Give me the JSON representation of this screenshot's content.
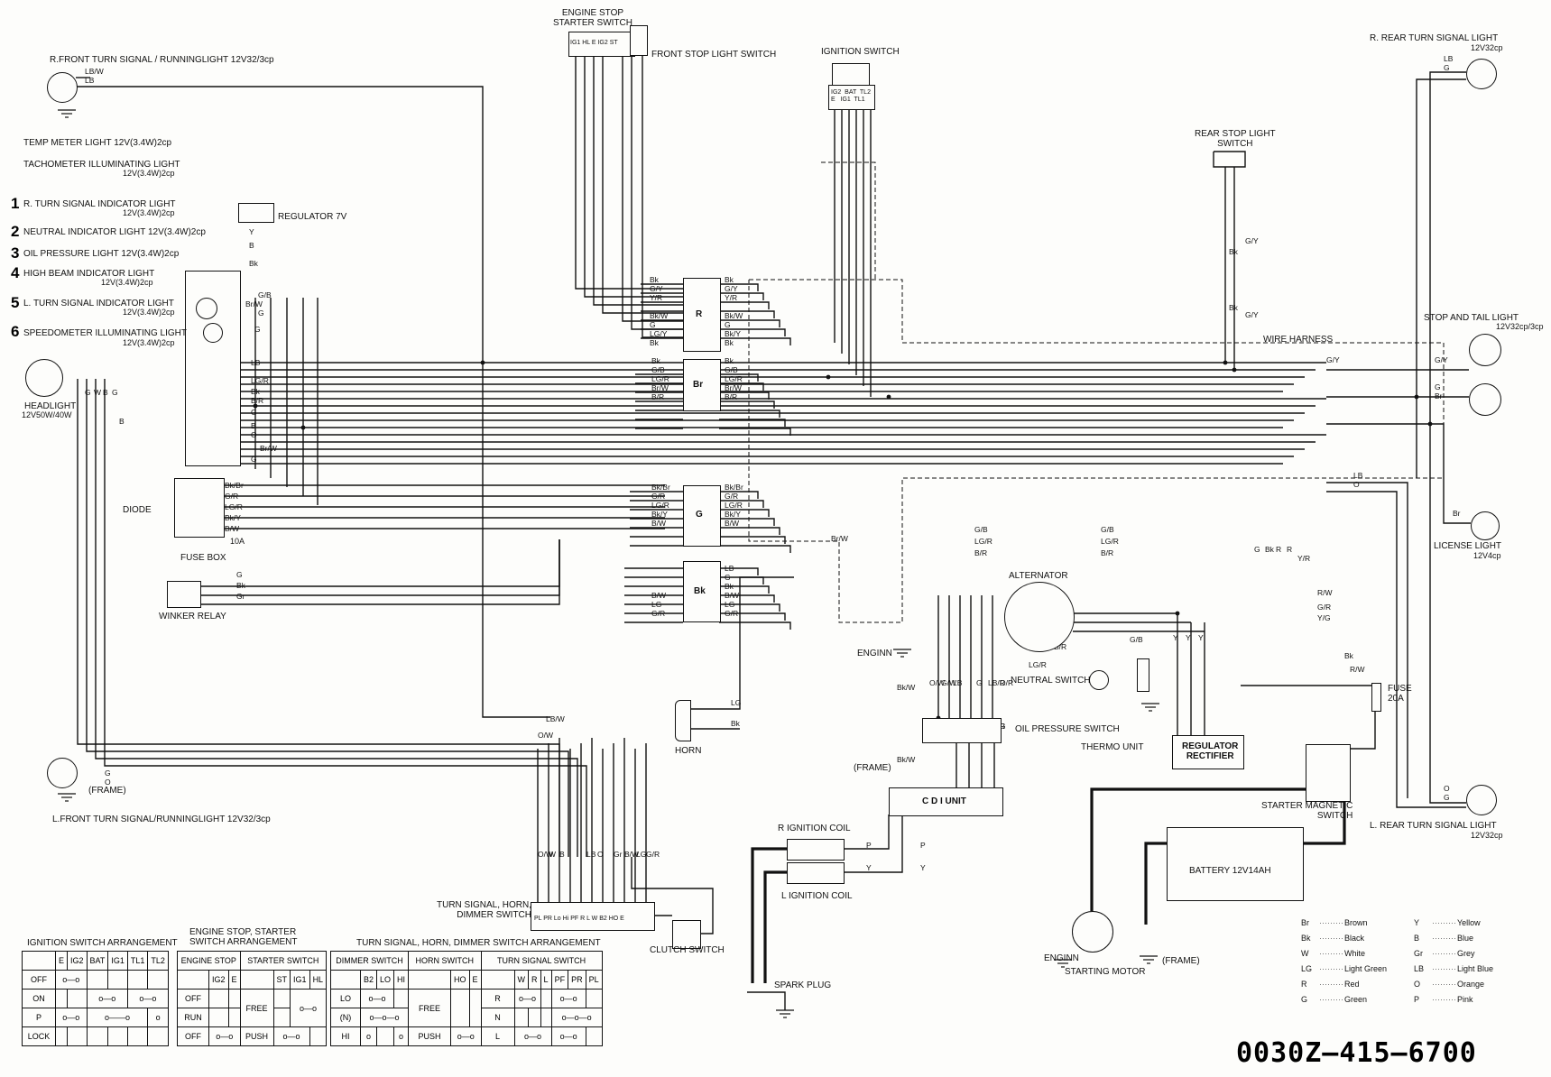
{
  "components": {
    "engine_stop_switch": "ENGINE STOP\nSTARTER SWITCH",
    "front_stop_light_switch": "FRONT STOP LIGHT SWITCH",
    "ignition_switch": "IGNITION SWITCH",
    "r_rear_turn_signal": "R. REAR TURN SIGNAL LIGHT",
    "r_rear_turn_signal_spec": "12V32cp",
    "r_front_turn_signal": "R.FRONT  TURN SIGNAL / RUNNINGLIGHT  12V32/3cp",
    "temp_meter_light": "TEMP METER LIGHT  12V(3.4W)2cp",
    "tach_light": "TACHOMETER ILLUMINATING LIGHT",
    "tach_light_spec": "12V(3.4W)2cp",
    "r_turn_indicator": "R. TURN SIGNAL INDICATOR LIGHT",
    "r_turn_indicator_spec": "12V(3.4W)2cp",
    "neutral_indicator": "NEUTRAL INDICATOR LIGHT  12V(3.4W)2cp",
    "oil_pressure_light": "OIL PRESSURE LIGHT  12V(3.4W)2cp",
    "high_beam_indicator": "HIGH BEAM INDICATOR LIGHT",
    "high_beam_spec": "12V(3.4W)2cp",
    "l_turn_indicator": "L. TURN SIGNAL INDICATOR LIGHT",
    "l_turn_indicator_spec": "12V(3.4W)2cp",
    "speedometer_light": "SPEEDOMETER ILLUMINATING LIGHT",
    "speedometer_light_spec": "12V(3.4W)2cp",
    "regulator_7v": "REGULATOR 7V",
    "headlight": "HEADLIGHT",
    "headlight_spec": "12V50W/40W",
    "rear_stop_switch": "REAR STOP LIGHT\nSWITCH",
    "wire_harness": "WIRE HARNESS",
    "stop_tail_light": "STOP AND TAIL LIGHT",
    "stop_tail_spec": "12V32cp/3cp",
    "diode": "DIODE",
    "fuse_box": "FUSE BOX",
    "fuse_box_rating": "10A",
    "winker_relay": "WINKER RELAY",
    "alternator": "ALTERNATOR",
    "license_light": "LICENSE LIGHT",
    "license_light_spec": "12V4cp",
    "engine_ground": "ENGINN",
    "neutral_switch": "NEUTRAL SWITCH",
    "oil_pressure_switch": "OIL PRESSURE SWITCH",
    "thermo_unit": "THERMO UNIT",
    "regulator_rectifier": "REGULATOR\nRECTIFIER",
    "fuse_20a": "FUSE\n20A",
    "horn": "HORN",
    "frame_ground": "(FRAME)",
    "l_front_turn_signal": "L.FRONT TURN SIGNAL/RUNNINGLIGHT  12V32/3cp",
    "starter_magnetic_switch": "STARTER MAGNETIC\nSWITCH",
    "l_rear_turn_signal": "L. REAR TURN SIGNAL LIGHT",
    "l_rear_turn_signal_spec": "12V32cp",
    "cdi_unit": "C D I  UNIT",
    "r_ignition_coil": "R  IGNITION COIL",
    "l_ignition_coil": "L  IGNITION COIL",
    "battery": "BATTERY 12V14AH",
    "turn_horn_dimmer_switch": "TURN SIGNAL, HORN,\nDIMMER SWITCH",
    "clutch_switch": "CLUTCH SWITCH",
    "spark_plug": "SPARK PLUG",
    "starting_motor": "STARTING MOTOR",
    "connector_r": "R",
    "connector_br": "Br",
    "connector_g": "G",
    "connector_bk": "Bk"
  },
  "ignition_switch_pins": "IG2  BAT  TL2\nE   IG1  TL1",
  "engine_stop_pins": "IG1 HL  E  IG2  ST",
  "tsw_pins": "PL PR Lo Hi PF R  L  W  B2 HO  E",
  "indicator_numbers": [
    "1",
    "2",
    "3",
    "4",
    "5",
    "6"
  ],
  "tables": {
    "ignition": {
      "title": "IGNITION SWITCH ARRANGEMENT",
      "cols": [
        "",
        "E",
        "IG2",
        "BAT",
        "IG1",
        "TL1",
        "TL2"
      ],
      "rows": [
        "OFF",
        "ON",
        "P",
        "LOCK"
      ]
    },
    "engine_stop": {
      "title": "ENGINE STOP, STARTER\nSWITCH ARRANGEMENT",
      "h1": "ENGINE STOP",
      "h2": "STARTER SWITCH",
      "cols": [
        "",
        "IG2",
        "E",
        "",
        "ST",
        "IG1",
        "HL"
      ],
      "rows": [
        "OFF",
        "RUN",
        "OFF"
      ],
      "free": "FREE",
      "push": "PUSH"
    },
    "turn": {
      "title": "TURN SIGNAL, HORN, DIMMER SWITCH ARRANGEMENT",
      "h1": "DIMMER SWITCH",
      "h2": "HORN SWITCH",
      "h3": "TURN SIGNAL SWITCH",
      "dim_cols": [
        "",
        "B2",
        "LO",
        "HI"
      ],
      "horn_cols": [
        "",
        "HO",
        "E"
      ],
      "turn_cols": [
        "",
        "W",
        "R",
        "L",
        "PF",
        "PR",
        "PL"
      ],
      "dim_rows": [
        "LO",
        "(N)",
        "HI"
      ],
      "horn_rows": [
        "FREE",
        "PUSH"
      ],
      "turn_rows": [
        "R",
        "N",
        "L"
      ]
    }
  },
  "color_legend": [
    [
      "Br",
      "Brown"
    ],
    [
      "Bk",
      "Black"
    ],
    [
      "W",
      "White"
    ],
    [
      "LG",
      "Light Green"
    ],
    [
      "R",
      "Red"
    ],
    [
      "G",
      "Green"
    ],
    [
      "Y",
      "Yellow"
    ],
    [
      "B",
      "Blue"
    ],
    [
      "Gr",
      "Grey"
    ],
    [
      "LB",
      "Light Blue"
    ],
    [
      "O",
      "Orange"
    ],
    [
      "P",
      "Pink"
    ]
  ],
  "drawing_code": "0030Z—415—6700"
}
